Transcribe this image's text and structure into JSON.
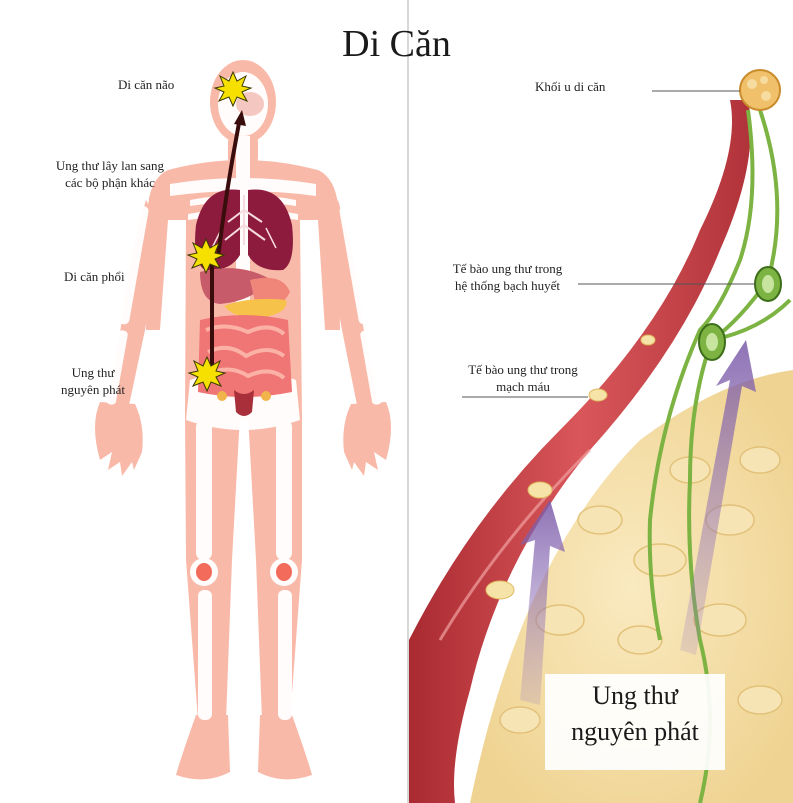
{
  "title": "Di Căn",
  "left_panel": {
    "labels": {
      "brain": "Di căn não",
      "spread_line1": "Ung thư lây lan sang",
      "spread_line2": "các bộ phận khác",
      "lung": "Di căn phổi",
      "primary_line1": "Ung thư",
      "primary_line2": "nguyên phát"
    },
    "colors": {
      "body": "#f9b9a8",
      "bone": "#ffffff",
      "lung": "#8d1b3d",
      "intestine": "#f07575",
      "arrow": "#3a0d0d",
      "tumor": "#f5e000"
    }
  },
  "right_panel": {
    "labels": {
      "metastatic_tumor": "Khối u di căn",
      "lymph_line1": "Tế bào ung thư trong",
      "lymph_line2": "hệ thống bạch huyết",
      "blood_line1": "Tế bào ung thư trong",
      "blood_line2": "mạch máu",
      "primary_line1": "Ung thư",
      "primary_line2": "nguyên phát"
    },
    "colors": {
      "vessel": "#c0393b",
      "lymph": "#7cb342",
      "tissue": "#f3dfa5",
      "arrow": "#8c6bb1"
    }
  }
}
